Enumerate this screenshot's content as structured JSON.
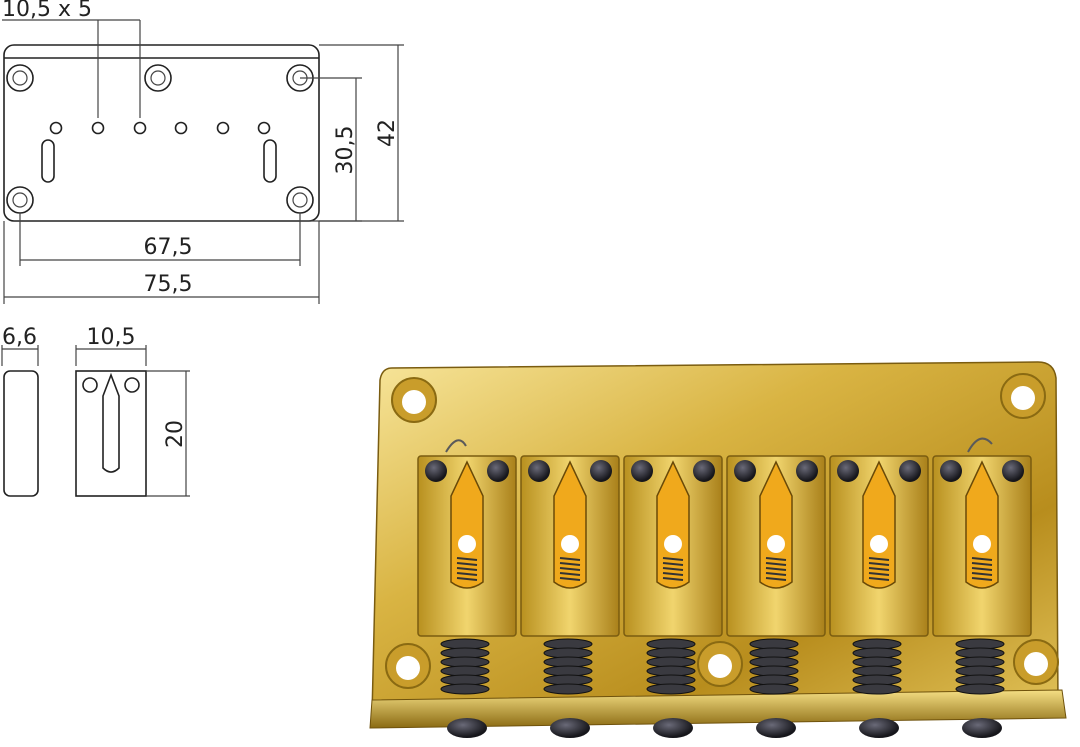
{
  "drawing": {
    "top_view": {
      "hole_spacing": "10,5 x 5",
      "height_outer": "42",
      "height_inner": "30,5",
      "width_inner": "67,5",
      "width_outer": "75,5"
    },
    "saddle_side": {
      "width": "6,6"
    },
    "saddle_top": {
      "width": "10,5",
      "height": "20"
    }
  },
  "photo": {
    "subject": "hardtail-guitar-bridge",
    "saddle_count": 6,
    "colors": {
      "gold_light": "#f4dc7a",
      "gold_mid": "#d7b23a",
      "gold_dark": "#8a6a12",
      "screw": "#2a2a30"
    }
  }
}
